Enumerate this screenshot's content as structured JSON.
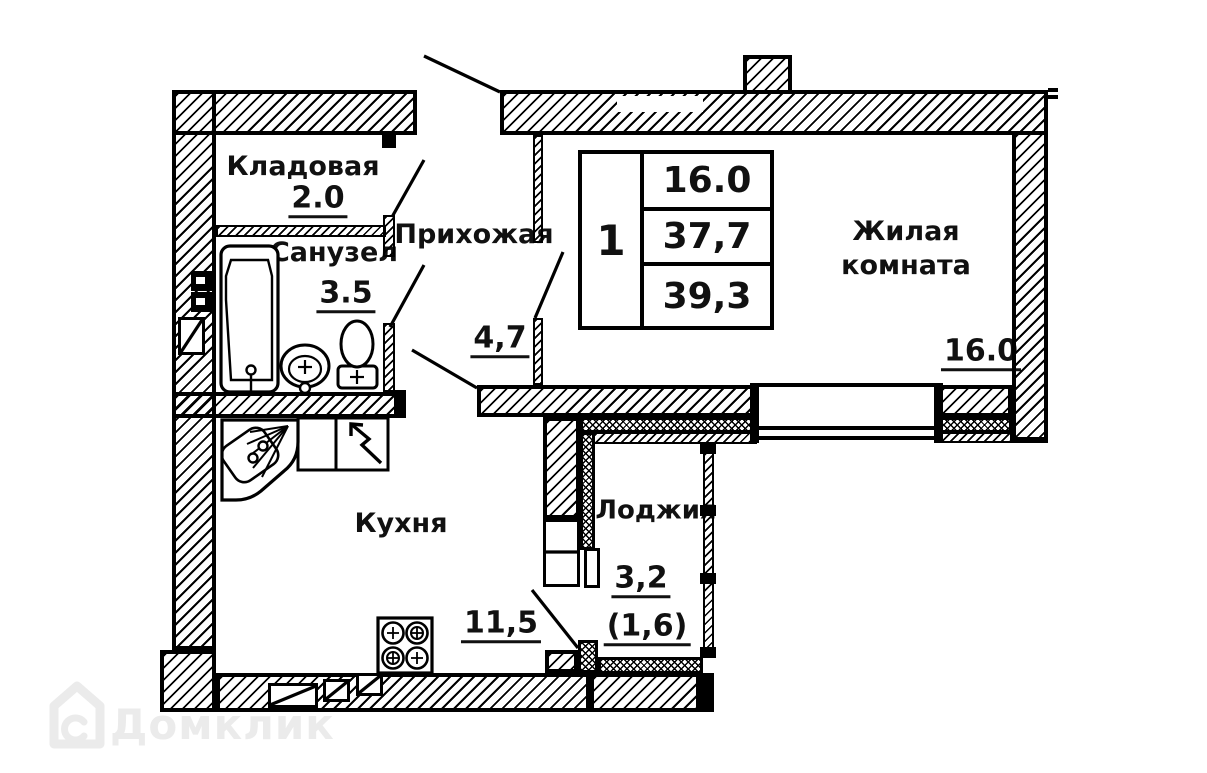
{
  "plan": {
    "rooms": [
      {
        "name": "Кладовая",
        "area": "2.0"
      },
      {
        "name": "Санузел",
        "area": "3.5"
      },
      {
        "name": "Прихожая",
        "area": "4,7"
      },
      {
        "name": "Жилая комната",
        "name_line1": "Жилая",
        "name_line2": "комната",
        "area": "16.0"
      },
      {
        "name": "Кухня",
        "area": "11,5"
      },
      {
        "name": "Лоджия",
        "area": "3,2",
        "area_secondary": "(1,6)"
      }
    ],
    "stamp": {
      "rooms_count": "1",
      "living_area": "16.0",
      "area": "37,7",
      "total_area": "39,3"
    }
  },
  "watermark": {
    "text": "Домклик"
  },
  "colors": {
    "ink": "#111111",
    "watermark": "#ebebeb",
    "paper": "#ffffff"
  }
}
